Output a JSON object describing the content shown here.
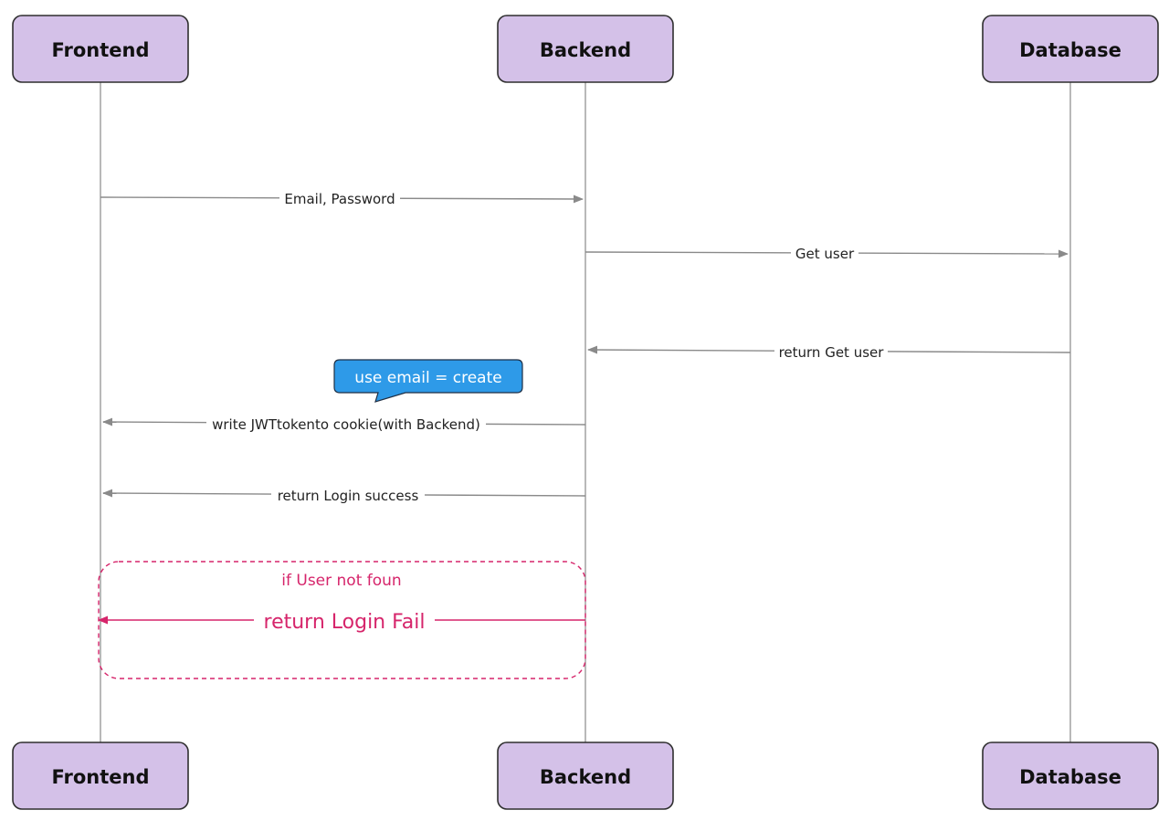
{
  "actors": {
    "frontend": "Frontend",
    "backend": "Backend",
    "database": "Database"
  },
  "messages": {
    "m1": "Email, Password",
    "m2": "Get user",
    "m3": "return Get user",
    "m4": "write JWTtokento cookie(with Backend)",
    "m5": "return Login success",
    "m6": "return Login Fail"
  },
  "note": {
    "text": "use email = create",
    "color": "#2e9ae8"
  },
  "frame": {
    "condition": "if User not foun",
    "color": "#d6256b"
  },
  "colors": {
    "actor_fill": "#d4c1e8",
    "line": "#8a8a8a"
  }
}
